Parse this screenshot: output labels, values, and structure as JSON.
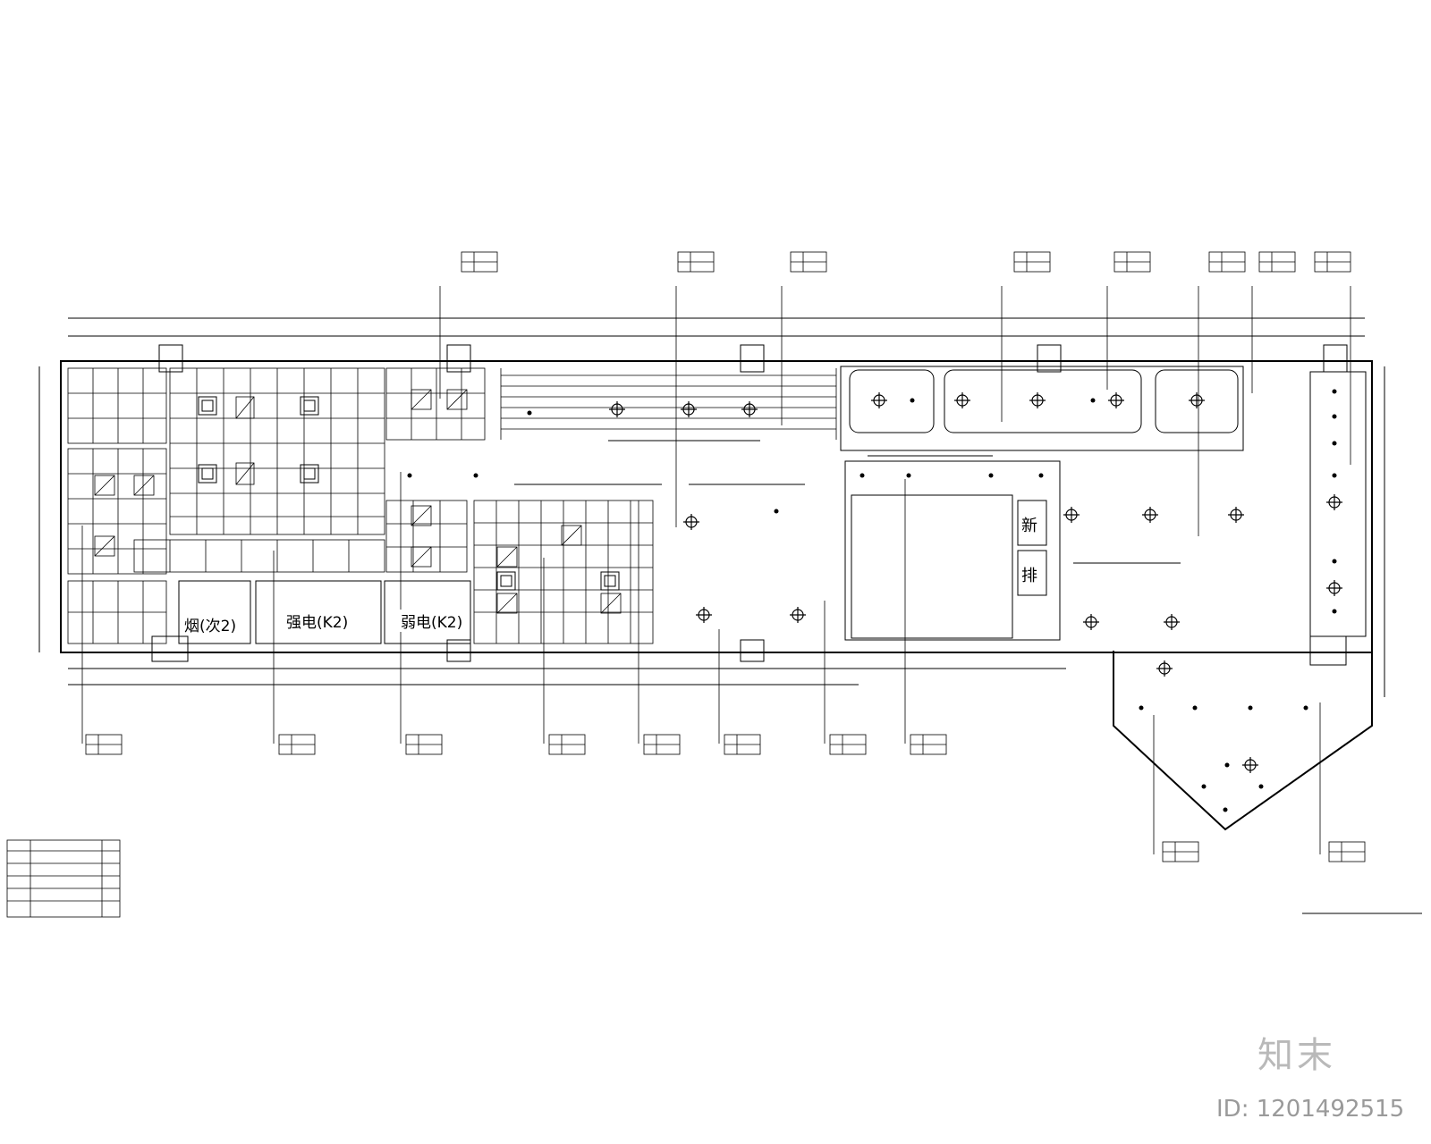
{
  "drawing": {
    "room_labels": {
      "smoke_shaft": "烟(次2)",
      "strong_power": "强电(K2)",
      "weak_power": "弱电(K2)"
    },
    "side_labels": {
      "fresh_air": "新",
      "exhaust": "排"
    }
  },
  "watermark": {
    "brand": "知末",
    "image_id": "ID: 1201492515"
  }
}
